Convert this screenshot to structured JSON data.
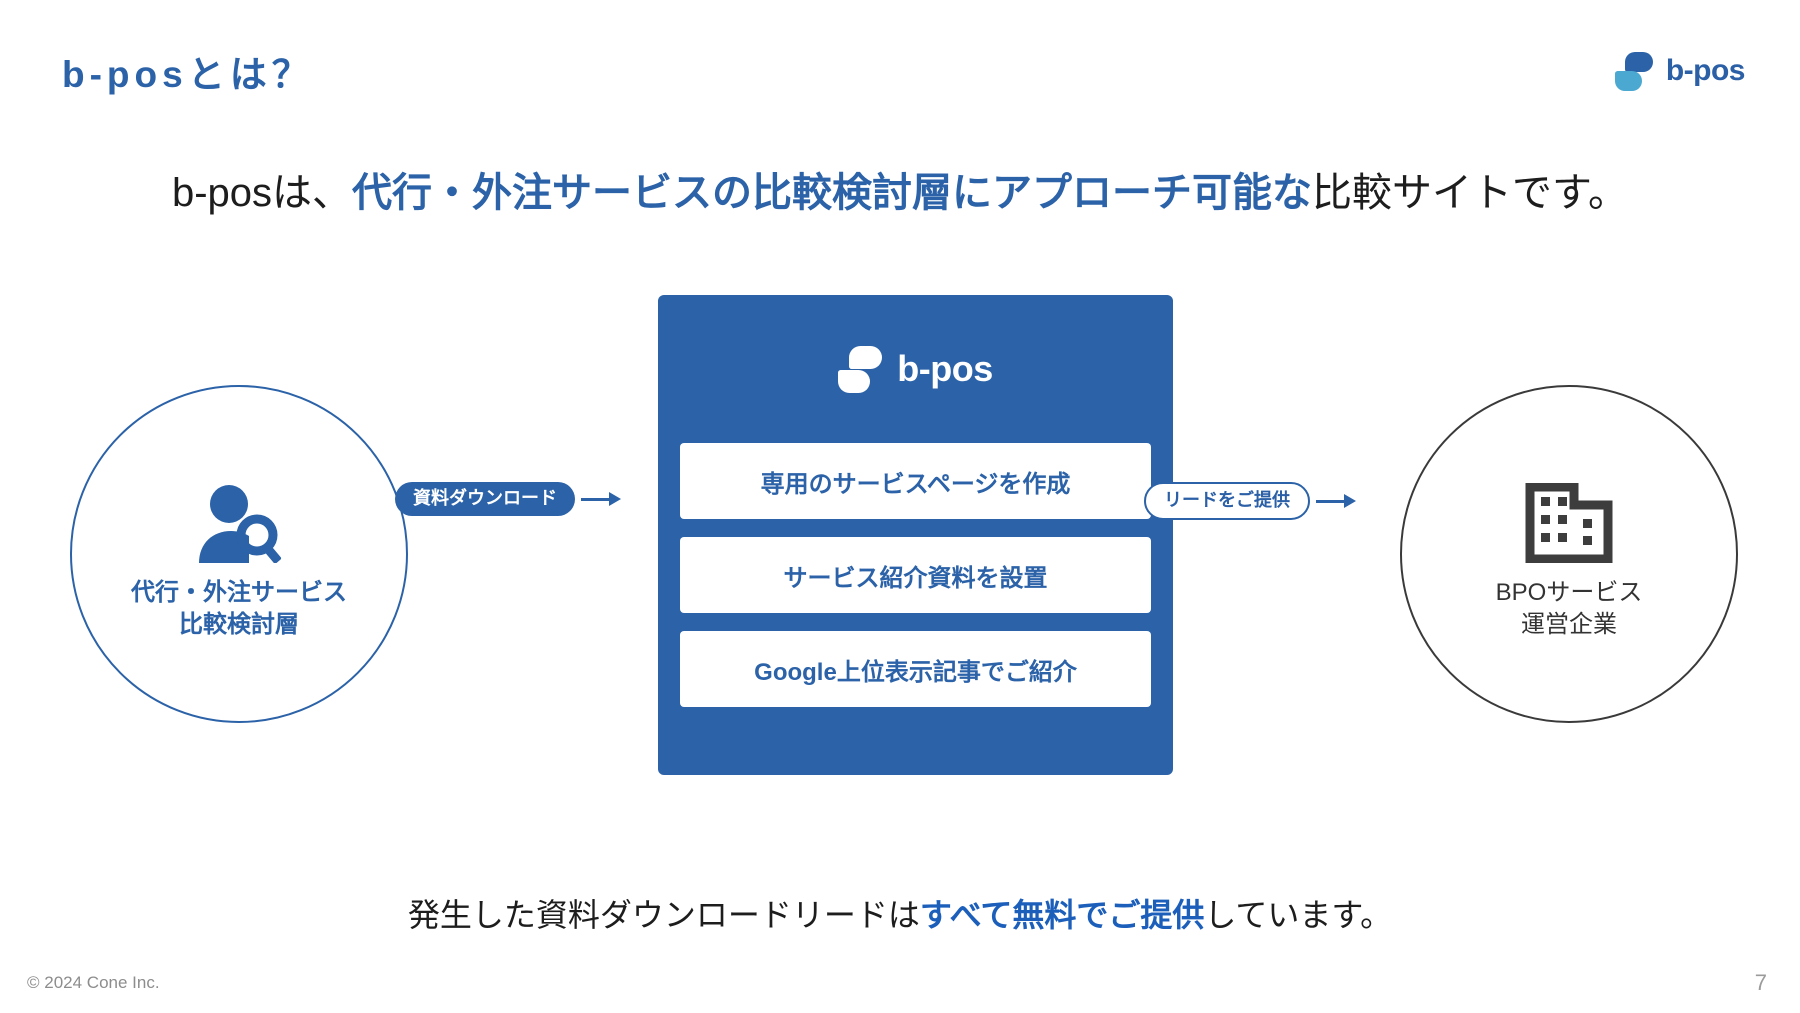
{
  "header": {
    "title": "b-posとは？",
    "logo": {
      "wordmark": "b-pos",
      "mark_icon": "bpos-logo-icon",
      "color_dark": "#2b62a8",
      "color_light": "#4aa8d1"
    }
  },
  "headline": {
    "lead": "b-posは、",
    "emphasis": "代行・外注サービスの比較検討層にアプローチ可能な",
    "tail": "比較サイトです。"
  },
  "diagram": {
    "left_circle": {
      "icon": "person-search-icon",
      "label_line1": "代行・外注サービス",
      "label_line2": "比較検討層",
      "border_color": "#2b62a8",
      "text_color": "#2b62a8"
    },
    "connector_left": {
      "label": "資料ダウンロード",
      "style": "filled",
      "arrow_icon": "arrow-right-icon"
    },
    "center_panel": {
      "logo_wordmark": "b-pos",
      "logo_icon": "bpos-logo-icon",
      "background_color": "#2b62a8",
      "cards": [
        "専用のサービスページを作成",
        "サービス紹介資料を設置",
        "Google上位表示記事でご紹介"
      ]
    },
    "connector_right": {
      "label": "リードをご提供",
      "style": "outline",
      "arrow_icon": "arrow-right-icon"
    },
    "right_circle": {
      "icon": "office-building-icon",
      "label_line1": "BPOサービス",
      "label_line2": "運営企業",
      "border_color": "#3a3a3a",
      "text_color": "#333333"
    }
  },
  "bottom_note": {
    "lead": "発生した資料ダウンロードリードは",
    "emphasis": "すべて無料でご提供",
    "tail": "しています。"
  },
  "footer": {
    "copyright": "© 2024 Cone Inc.",
    "page_number": "7"
  }
}
